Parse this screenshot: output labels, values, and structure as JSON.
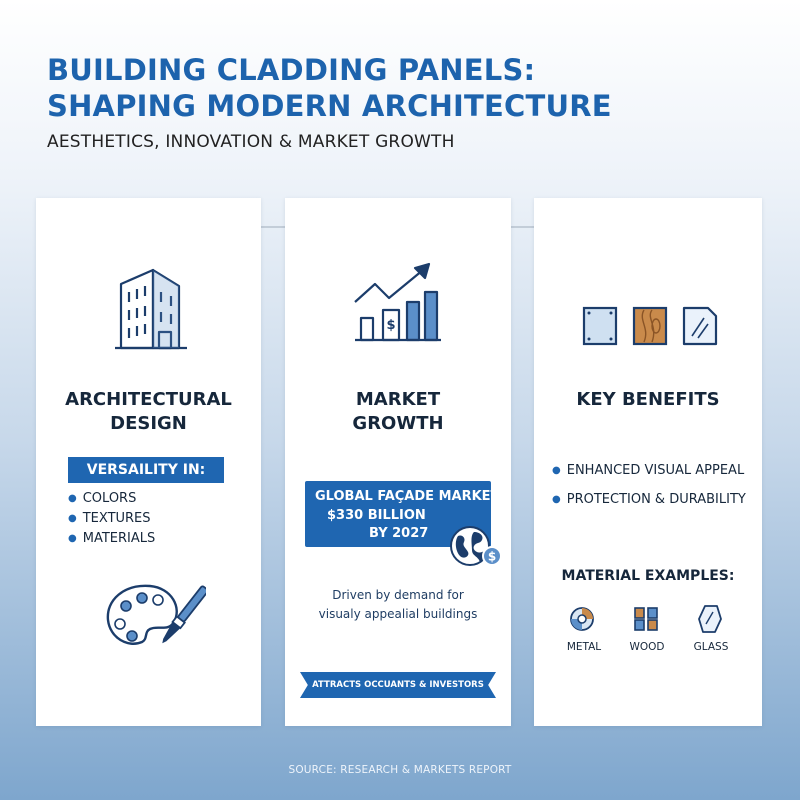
{
  "header": {
    "title_line1": "BUILDING CLADDING PANELS:",
    "title_line2": "SHAPING MODERN ARCHITECTURE",
    "subtitle": "AESTHETICS, INNOVATION & MARKET GROWTH"
  },
  "cards": {
    "design": {
      "icon": "building-icon",
      "heading_line1": "ARCHITECTURAL",
      "heading_line2": "DESIGN",
      "pill": "VERSAILITY IN:",
      "items": [
        "COLORS",
        "TEXTURES",
        "MATERIALS"
      ],
      "bottom_icon": "palette-brush-icon"
    },
    "market": {
      "icon": "growth-chart-icon",
      "heading_line1": "MARKET",
      "heading_line2": "GROWTH",
      "box_line1": "GLOBAL FAÇADE MARKET:",
      "box_line2": "$330 BILLION",
      "box_line3": "BY 2027",
      "box_icon": "globe-dollar-icon",
      "driven_line1": "Driven by demand for",
      "driven_line2": "visualy appealial buildings",
      "ribbon": "ATTRACTS OCCUANTS & INVESTORS"
    },
    "benefits": {
      "icons": [
        "metal-panel-icon",
        "wood-panel-icon",
        "glass-panel-icon"
      ],
      "heading": "KEY BENEFITS",
      "items": [
        "ENHANCED VISUAL APPEAL",
        "PROTECTION & DURABILITY"
      ],
      "materials_heading": "MATERIAL EXAMPLES:",
      "materials": [
        "METAL",
        "WOOD",
        "GLASS"
      ]
    }
  },
  "footer": {
    "source": "SOURCE: RESEARCH & MARKETS REPORT"
  },
  "colors": {
    "accent": "#1f66b1",
    "title": "#1d63ad",
    "text": "#16273b",
    "wood": "#c98a4b"
  }
}
